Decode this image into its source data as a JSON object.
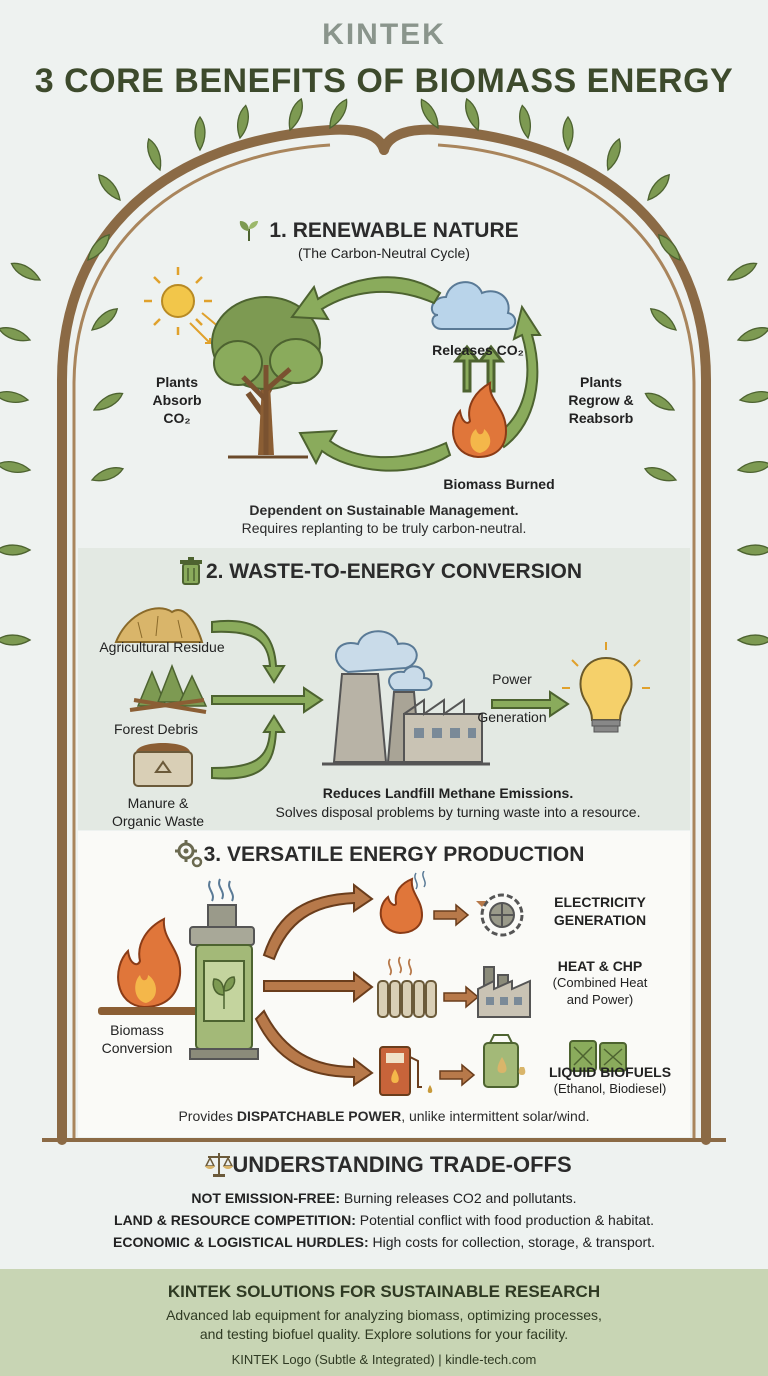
{
  "header": {
    "brand": "KINTEK",
    "title": "3 CORE BENEFITS OF BIOMASS ENERGY"
  },
  "section1": {
    "title": "1. RENEWABLE NATURE",
    "subtitle": "(The Carbon-Neutral Cycle)",
    "labels": {
      "plants_absorb_1": "Plants",
      "plants_absorb_2": "Absorb",
      "plants_absorb_3": "CO₂",
      "releases": "Releases CO₂",
      "regrow_1": "Plants",
      "regrow_2": "Regrow &",
      "regrow_3": "Reabsorb",
      "burned": "Biomass Burned"
    },
    "note_bold": "Dependent on Sustainable Management.",
    "note": "Requires replanting to be truly carbon-neutral."
  },
  "section2": {
    "title": "2. WASTE-TO-ENERGY CONVERSION",
    "inputs": [
      "Agricultural Residue",
      "Forest Debris",
      "Manure &",
      "Organic Waste"
    ],
    "output_1": "Power",
    "output_2": "Generation",
    "note_bold": "Reduces Landfill Methane Emissions.",
    "note": "Solves disposal problems by turning waste into a resource."
  },
  "section3": {
    "title": "3. VERSATILE ENERGY PRODUCTION",
    "source_1": "Biomass",
    "source_2": "Conversion",
    "outputs": {
      "elec_1": "ELECTRICITY",
      "elec_2": "GENERATION",
      "heat_1": "HEAT & CHP",
      "heat_2": "(Combined Heat",
      "heat_3": "and Power)",
      "liquid_1": "LIQUID BIOFUELS",
      "liquid_2": "(Ethanol, Biodiesel)"
    },
    "note_pre": "Provides ",
    "note_bold": "DISPATCHABLE POWER",
    "note_post": ", unlike intermittent solar/wind."
  },
  "tradeoffs": {
    "title": "UNDERSTANDING TRADE-OFFS",
    "items": [
      {
        "bold": "NOT EMISSION-FREE:",
        "text": " Burning releases CO2 and pollutants."
      },
      {
        "bold": "LAND & RESOURCE COMPETITION:",
        "text": " Potential conflict with food production & habitat."
      },
      {
        "bold": "ECONOMIC & LOGISTICAL HURDLES:",
        "text": " High costs for collection, storage, & transport."
      }
    ]
  },
  "footer": {
    "title": "KINTEK SOLUTIONS FOR SUSTAINABLE RESEARCH",
    "desc1": "Advanced lab equipment for analyzing biomass, optimizing processes,",
    "desc2": "and testing biofuel quality. Explore solutions for your facility.",
    "credit": "KINTEK Logo (Subtle & Integrated) | kindle-tech.com"
  },
  "colors": {
    "arch": "#8b6a45",
    "leaf": "#7d9a52",
    "arrow_green": "#7d9a52",
    "arrow_brown": "#a8683e",
    "flame": "#e0763a",
    "footer_bg": "#c8d5b4"
  },
  "icons": [
    "sprout-icon",
    "sun-icon",
    "tree-icon",
    "cloud-icon",
    "flame-icon",
    "trash-icon",
    "hay-pile-icon",
    "pine-trees-icon",
    "recycle-bin-icon",
    "power-plant-icon",
    "lightbulb-icon",
    "gear-icon",
    "furnace-icon",
    "turbine-icon",
    "radiator-icon",
    "factory-icon",
    "fuel-pump-icon",
    "jerry-can-icon",
    "scales-icon"
  ]
}
